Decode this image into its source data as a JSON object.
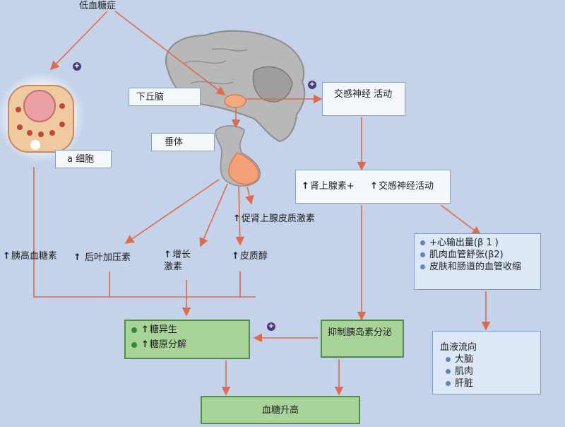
{
  "title": "低血糖症",
  "brain": {
    "hypothalamus": "下丘脑",
    "pituitary": "垂体"
  },
  "alpha_cell": "a 细胞",
  "sympathetic": {
    "box": "交感神经 活动",
    "second_a": "肾上腺素+",
    "second_b": "交感神经活动"
  },
  "effects": {
    "items": [
      "+心输出量(β 1 )",
      "肌肉血管舒张(β2)",
      "皮肤和肠道的血管收缩"
    ]
  },
  "blood_flow": {
    "title": "血液流向",
    "items": [
      "大脑",
      "肌肉",
      "肝脏"
    ]
  },
  "hormones": {
    "glucagon": "胰高血糖素",
    "vasopressin": "后叶加压素",
    "growth_1": "增长",
    "growth_2": "激素",
    "cortisol": "皮质醇",
    "acth": "促肾上腺皮质激素"
  },
  "liver": {
    "items": [
      "糖异生",
      "糖原分解"
    ]
  },
  "insulin": "抑制胰岛素分泌",
  "result": "血糖升高",
  "plus_sign": "+",
  "arrow_up": "↑",
  "colors": {
    "arrow": "#e06a4a",
    "green_fill": "#a8d49a",
    "blue_fill": "#dce8f6"
  }
}
